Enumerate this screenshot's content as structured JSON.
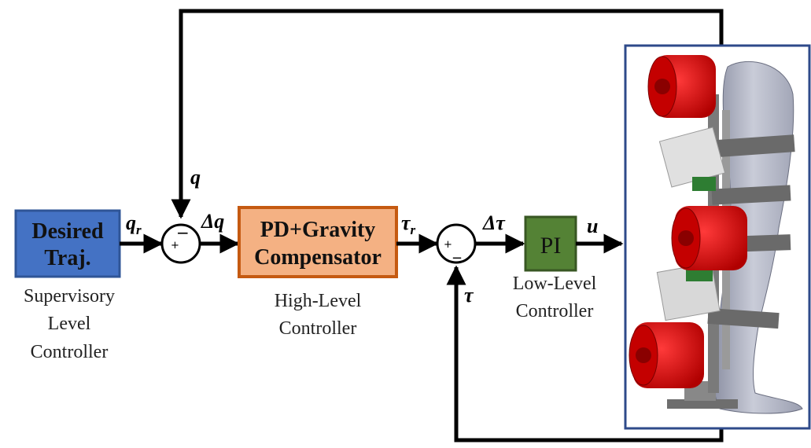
{
  "blocks": {
    "desired": {
      "line1": "Desired",
      "line2": "Traj.",
      "color": "#4472c4"
    },
    "pd": {
      "line1": "PD+Gravity",
      "line2": "Compensator",
      "color": "#f4b183",
      "border": "#c55a11"
    },
    "pi": {
      "label": "PI",
      "color": "#548235"
    }
  },
  "captions": {
    "supervisory": [
      "Supervisory",
      "Level",
      "Controller"
    ],
    "high": [
      "High-Level",
      "Controller"
    ],
    "low": [
      "Low-Level",
      "Controller"
    ]
  },
  "signals": {
    "qr": "q",
    "qr_sub": "r",
    "q": "q",
    "dq": "Δq",
    "taur": "τ",
    "taur_sub": "r",
    "dtau": "Δτ",
    "tau": "τ",
    "u": "u"
  },
  "summers": {
    "s1": {
      "plus": "+",
      "minus": "−"
    },
    "s2": {
      "plus": "+",
      "minus": "_"
    }
  },
  "colors": {
    "robot_motor": "#e00000",
    "robot_leg": "#b4b8c8",
    "robot_frame_border": "#2e4a8a"
  }
}
